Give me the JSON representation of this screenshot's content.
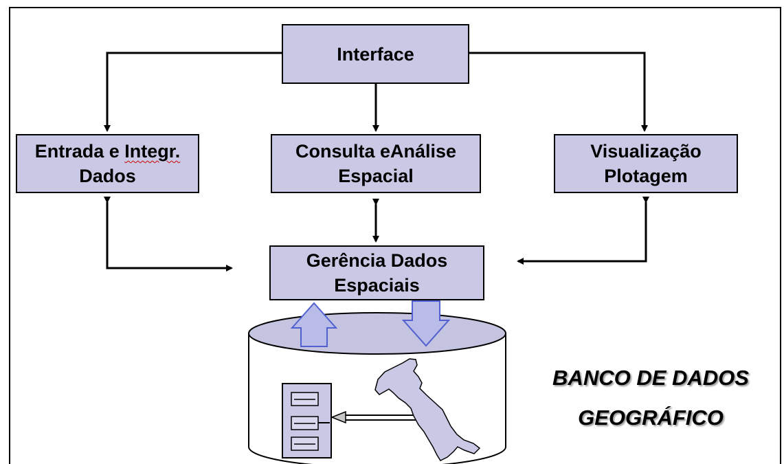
{
  "diagram": {
    "interface": {
      "label": "Interface"
    },
    "entrada": {
      "line1_a": "Entrada e ",
      "line1_b": "Integr.",
      "line2": "Dados"
    },
    "consulta": {
      "line1": "Consulta eAnálise",
      "line2": "Espacial"
    },
    "visualizacao": {
      "line1": "Visualização",
      "line2": "Plotagem"
    },
    "gerencia": {
      "line1": "Gerência Dados",
      "line2": "Espaciais"
    },
    "banco": {
      "line1": "BANCO DE DADOS",
      "line2": "GEOGRÁFICO"
    }
  },
  "colors": {
    "box_fill": "#c9c9e6",
    "arrow_fill": "#b8bce6",
    "cylinder_top": "#c4c4e0"
  }
}
